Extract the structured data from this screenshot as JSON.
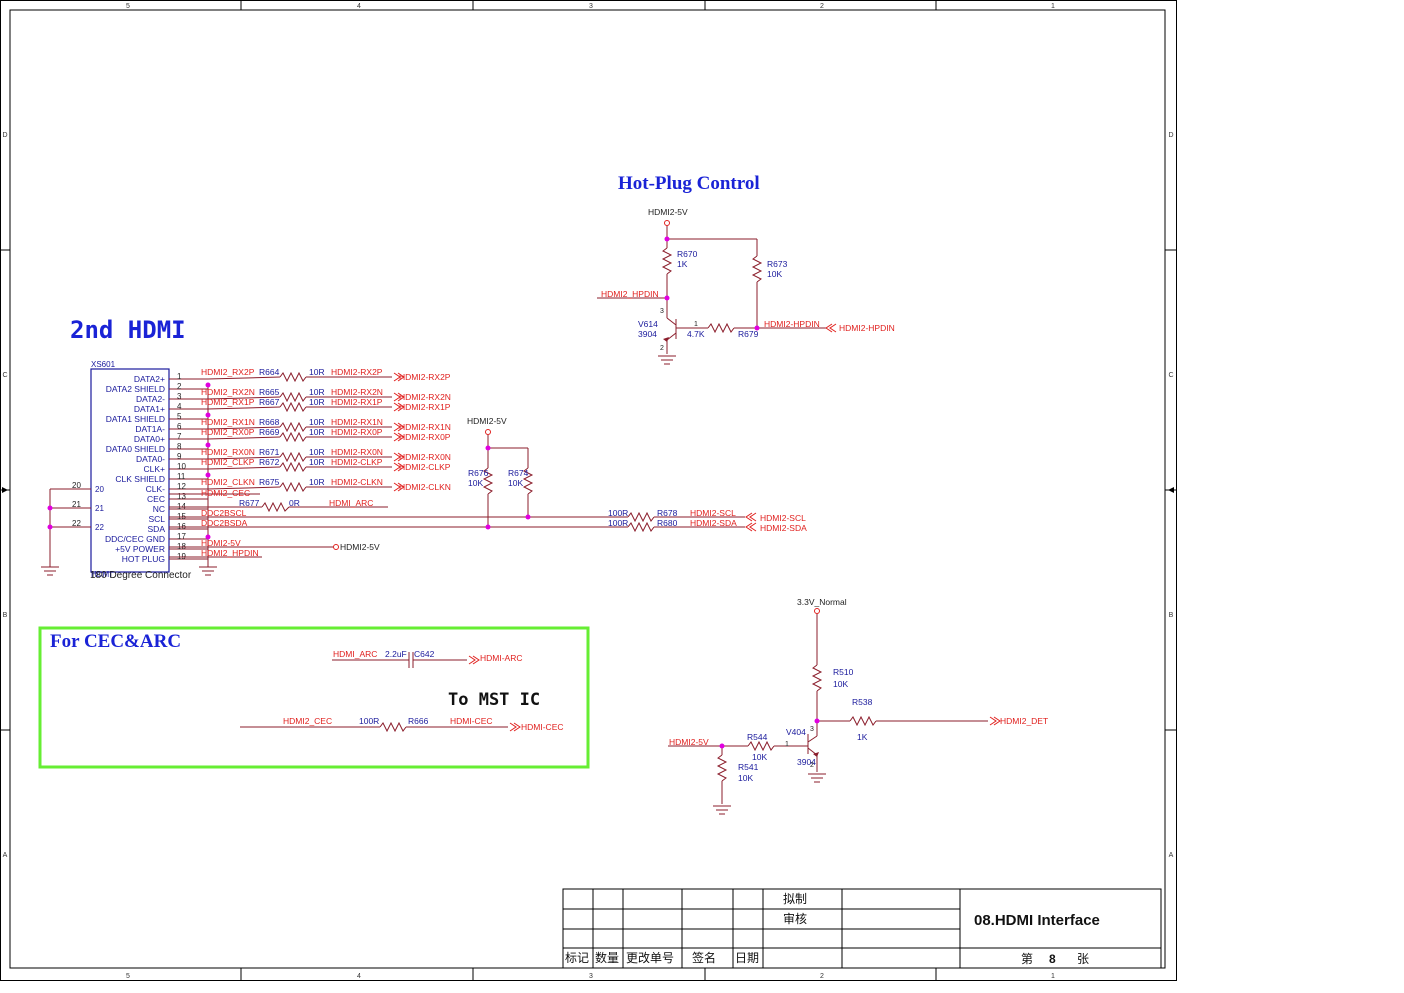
{
  "frame": {
    "columns": [
      "5",
      "4",
      "3",
      "2",
      "1"
    ],
    "rows": [
      "D",
      "C",
      "B",
      "A"
    ]
  },
  "titles": {
    "main": "2nd HDMI",
    "hotplug": "Hot-Plug Control",
    "cec_arc": "For CEC&ARC",
    "mst": "To MST IC"
  },
  "connector": {
    "ref": "XS601",
    "part": "HDMI",
    "caption": "180 Degree Connector",
    "pin_names": [
      "DATA2+",
      "DATA2 SHIELD",
      "DATA2-",
      "DATA1+",
      "DATA1 SHIELD",
      "DAT1A-",
      "DATA0+",
      "DATA0 SHIELD",
      "DATA0-",
      "CLK+",
      "CLK SHIELD",
      "CLK-",
      "CEC",
      "NC",
      "SCL",
      "SDA",
      "DDC/CEC GND",
      "+5V POWER",
      "HOT PLUG"
    ],
    "pin_numbers": [
      "1",
      "2",
      "3",
      "4",
      "5",
      "6",
      "7",
      "8",
      "9",
      "10",
      "11",
      "12",
      "13",
      "14",
      "15",
      "16",
      "17",
      "18",
      "19"
    ],
    "shield_pins": [
      "20",
      "21",
      "22"
    ]
  },
  "tmds_lines": [
    {
      "left_net": "HDMI2_RX2P",
      "ref": "R664",
      "value": "10R",
      "right_net": "HDMI2-RX2P",
      "port": "HDMI2-RX2P"
    },
    {
      "left_net": "HDMI2_RX2N",
      "ref": "R665",
      "value": "10R",
      "right_net": "HDMI2-RX2N",
      "port": "HDMI2-RX2N"
    },
    {
      "left_net": "HDMI2_RX1P",
      "ref": "R667",
      "value": "10R",
      "right_net": "HDMI2-RX1P",
      "port": "HDMI2-RX1P"
    },
    {
      "left_net": "HDMI2_RX1N",
      "ref": "R668",
      "value": "10R",
      "right_net": "HDMI2-RX1N",
      "port": "HDMI2-RX1N"
    },
    {
      "left_net": "HDMI2_RX0P",
      "ref": "R669",
      "value": "10R",
      "right_net": "HDMI2-RX0P",
      "port": "HDMI2-RX0P"
    },
    {
      "left_net": "HDMI2_RX0N",
      "ref": "R671",
      "value": "10R",
      "right_net": "HDMI2-RX0N",
      "port": "HDMI2-RX0N"
    },
    {
      "left_net": "HDMI2_CLKP",
      "ref": "R672",
      "value": "10R",
      "right_net": "HDMI2-CLKP",
      "port": "HDMI2-CLKP"
    },
    {
      "left_net": "HDMI2_CLKN",
      "ref": "R675",
      "value": "10R",
      "right_net": "HDMI2-CLKN",
      "port": "HDMI2-CLKN"
    }
  ],
  "conn_nets": {
    "cec": "HDMI2_CEC",
    "arc_res_ref": "R677",
    "arc_res_val": "0R",
    "arc_net": "HDMI_ARC",
    "ddc_scl": "DDC2BSCL",
    "ddc_sda": "DDC2BSDA",
    "pwr": "HDMI2-5V",
    "pwr_port": "HDMI2-5V",
    "hpd": "HDMI2_HPDIN"
  },
  "ddc": {
    "supply": "HDMI2-5V",
    "pullup1_ref": "R676",
    "pullup1_val": "10K",
    "pullup2_ref": "R674",
    "pullup2_val": "10K",
    "scl_val": "100R",
    "scl_ref": "R678",
    "scl_net": "HDMI2-SCL",
    "scl_port": "HDMI2-SCL",
    "sda_val": "100R",
    "sda_ref": "R680",
    "sda_net": "HDMI2-SDA",
    "sda_port": "HDMI2-SDA"
  },
  "hotplug": {
    "supply": "HDMI2-5V",
    "r1_ref": "R670",
    "r1_val": "1K",
    "r2_ref": "R673",
    "r2_val": "10K",
    "in_net": "HDMI2_HPDIN",
    "q_ref": "V614",
    "q_part": "3904",
    "pin_c": "3",
    "pin_b": "1",
    "pin_e": "2",
    "rb_val": "4.7K",
    "rb_ref": "R679",
    "out_net": "HDMI2-HPDIN",
    "out_port": "HDMI2-HPDIN"
  },
  "cec_arc": {
    "arc_net": "HDMI_ARC",
    "cap_val": "2.2uF",
    "cap_ref": "C642",
    "arc_port": "HDMI-ARC",
    "cec_net": "HDMI2_CEC",
    "cec_val": "100R",
    "cec_ref": "R666",
    "cec_out_net": "HDMI-CEC",
    "cec_port": "HDMI-CEC"
  },
  "detect": {
    "supply": "3.3V_Normal",
    "r510_ref": "R510",
    "r510_val": "10K",
    "r538_ref": "R538",
    "r538_val": "1K",
    "det_port": "HDMI2_DET",
    "q_ref": "V404",
    "q_part": "3904",
    "pin_c": "3",
    "pin_b": "1",
    "pin_e": "2",
    "in_net": "HDMI2-5V",
    "r544_ref": "R544",
    "r544_val": "10K",
    "r541_ref": "R541",
    "r541_val": "10K"
  },
  "title_block": {
    "drawn": "拟制",
    "review": "审核",
    "headers": [
      "标记",
      "数量",
      "更改单号",
      "签名",
      "日期"
    ],
    "title": "08.HDMI Interface",
    "sheet_prefix": "第",
    "sheet_no": "8",
    "sheet_suffix": "张"
  },
  "colors": {
    "wire": "#8b1d2b",
    "net": "#e0201e",
    "part": "#1a1a9c",
    "heading": "#1a23d6",
    "junction": "#e000e0",
    "box": "#66ee33"
  }
}
